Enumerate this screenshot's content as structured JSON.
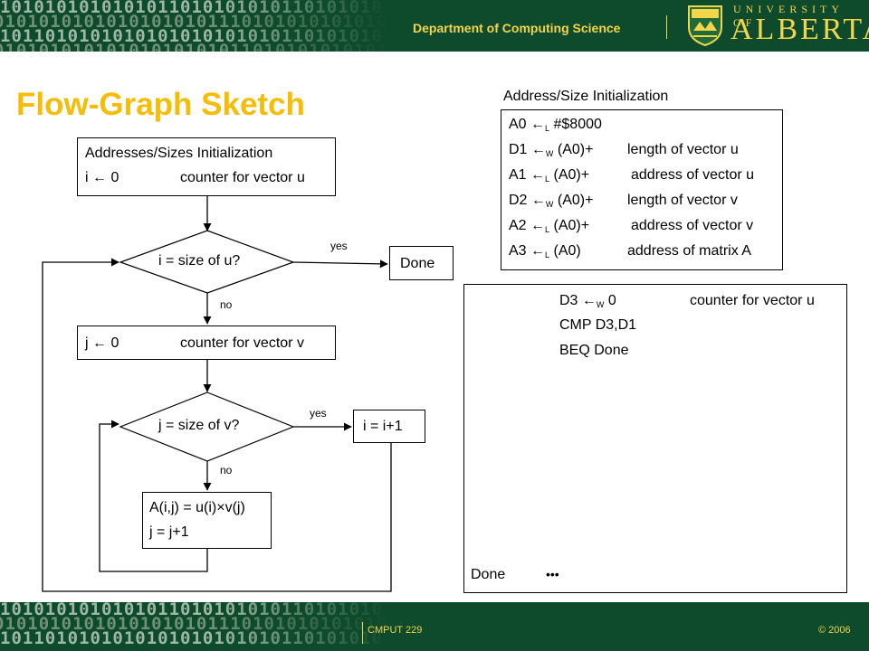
{
  "header": {
    "department": "Department of Computing Science",
    "university_small": "UNIVERSITY OF",
    "university_big": "ALBERTA",
    "binary_rows": [
      "101010101010101101010101011010101010",
      "010101010101010101011101010101010101",
      "101101010101010101010101011010101010",
      "010101010101010101010110101010101011"
    ]
  },
  "footer": {
    "course": "CMPUT 229",
    "copyright": "© 2006",
    "binary_rows": [
      "101010101010101101010101011010101010",
      "010101010101010101011101010101010101",
      "101101010101010101010101011010101010"
    ]
  },
  "title": "Flow-Graph Sketch",
  "flow": {
    "init_title": "Addresses/Sizes Initialization",
    "init_i_stmt": "i ← 0",
    "init_i_comment": "counter for vector u",
    "cond_i": "i = size of u?",
    "done": "Done",
    "yes_label_1": "yes",
    "no_label_1": "no",
    "j_stmt": "j ← 0",
    "j_comment": "counter for vector v",
    "cond_j": "j = size of v?",
    "yes_label_2": "yes",
    "no_label_2": "no",
    "incr_i": "i = i+1",
    "body_line1": "A(i,j) = u(i)×v(j)",
    "body_line2": "j = j+1"
  },
  "init_panel": {
    "caption": "Address/Size Initialization",
    "rows": [
      {
        "dest": "A0",
        "size": "L",
        "src": "#$8000",
        "comment": ""
      },
      {
        "dest": "D1",
        "size": "W",
        "src": "(A0)+",
        "comment": "length of vector u"
      },
      {
        "dest": "A1",
        "size": "L",
        "src": "(A0)+",
        "comment": "address of vector u"
      },
      {
        "dest": "D2",
        "size": "W",
        "src": "(A0)+",
        "comment": "length of vector v"
      },
      {
        "dest": "A2",
        "size": "L",
        "src": "(A0)+",
        "comment": "address of vector v"
      },
      {
        "dest": "A3",
        "size": "L",
        "src": "(A0)",
        "comment": "address of matrix A"
      }
    ]
  },
  "code_panel": {
    "line1_dest": "D3",
    "line1_size": "W",
    "line1_src": "0",
    "line1_comment": "counter for vector u",
    "line2": "CMP D3,D1",
    "line3": "BEQ Done",
    "done_label": "Done",
    "ellipsis": "•••"
  },
  "glyphs": {
    "arrow": "←"
  }
}
